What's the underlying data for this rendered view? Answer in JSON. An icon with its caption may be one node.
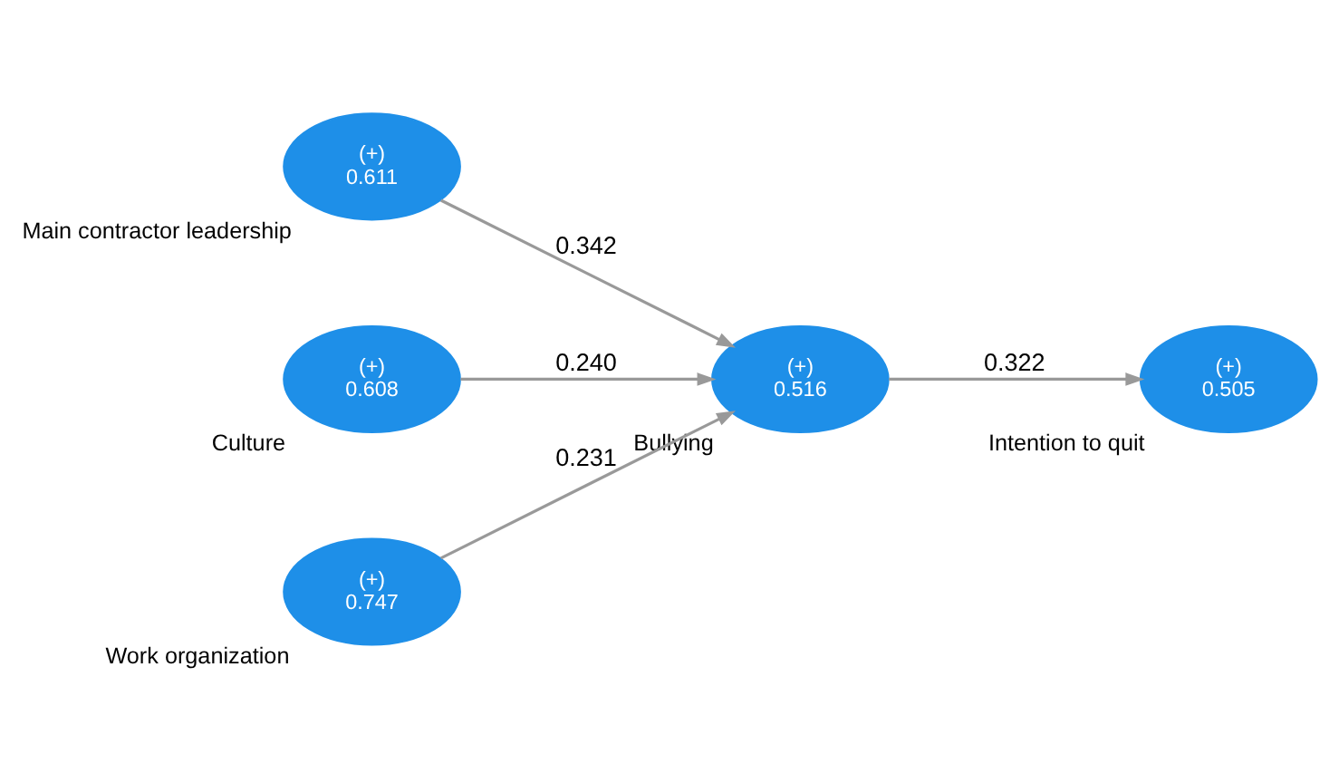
{
  "diagram": {
    "nodes": [
      {
        "text": [
          "(+)",
          "0.611"
        ],
        "beside": [
          "Main contractor leadership"
        ]
      },
      {
        "text": [
          "(+)",
          "0.608"
        ],
        "beside": [
          "Culture"
        ]
      },
      {
        "text": [
          "(+)",
          "0.747"
        ],
        "beside": [
          "Work organization"
        ]
      },
      {
        "text": [
          "(+)",
          "0.516"
        ],
        "beside": [
          "Bullying"
        ]
      },
      {
        "text": [
          "(+)",
          "0.505"
        ],
        "beside": [
          "Intention to quit"
        ]
      }
    ],
    "edges": [
      {
        "from": 0,
        "to": 3,
        "arrow": "to",
        "label": "0.342"
      },
      {
        "from": 1,
        "to": 3,
        "arrow": "to",
        "label": "0.240"
      },
      {
        "from": 2,
        "to": 3,
        "arrow": "to",
        "label": "0.231"
      },
      {
        "from": 3,
        "to": 4,
        "arrow": "to",
        "label": "0.322"
      }
    ]
  }
}
